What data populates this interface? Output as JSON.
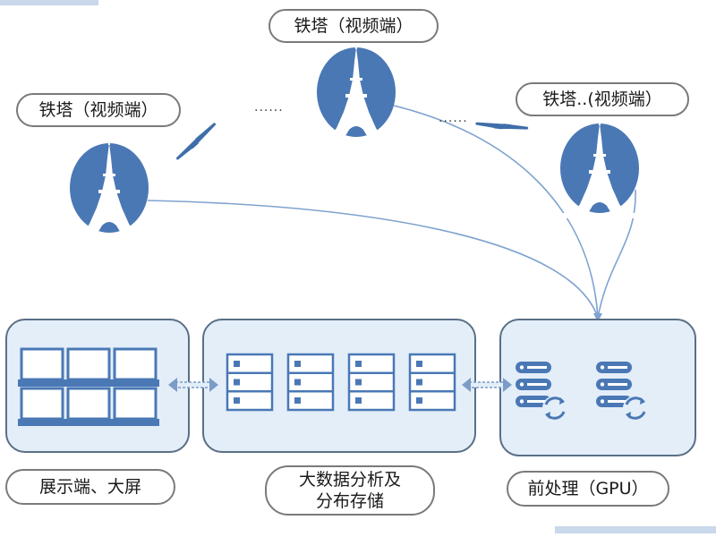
{
  "towers": {
    "left_label": "铁塔（视频端）",
    "center_label": "铁塔（视频端）",
    "right_label": "铁塔..(视频端）",
    "ellipsis_left": "......",
    "ellipsis_right": "......"
  },
  "bottom_labels": {
    "display": "展示端、大屏",
    "bigdata_line1": "大数据分析及",
    "bigdata_line2": "分布存储",
    "preprocess": "前处理（GPU）"
  },
  "colors": {
    "tower_fill": "#4a78b5",
    "tower_white": "#ffffff",
    "panel_fill": "#e3eef9",
    "panel_border": "#5a6f86",
    "icon_blue": "#4a78b5",
    "line_blue": "#7ea3cf",
    "bolt_blue": "#3f6ea8"
  },
  "icons": {
    "tower": "eiffel-tower-icon",
    "signal": "lightning-bolt-icon",
    "monitor": "monitor-icon",
    "storage": "server-rack-icon",
    "gpu": "server-sync-icon",
    "link": "double-arrow-icon"
  }
}
